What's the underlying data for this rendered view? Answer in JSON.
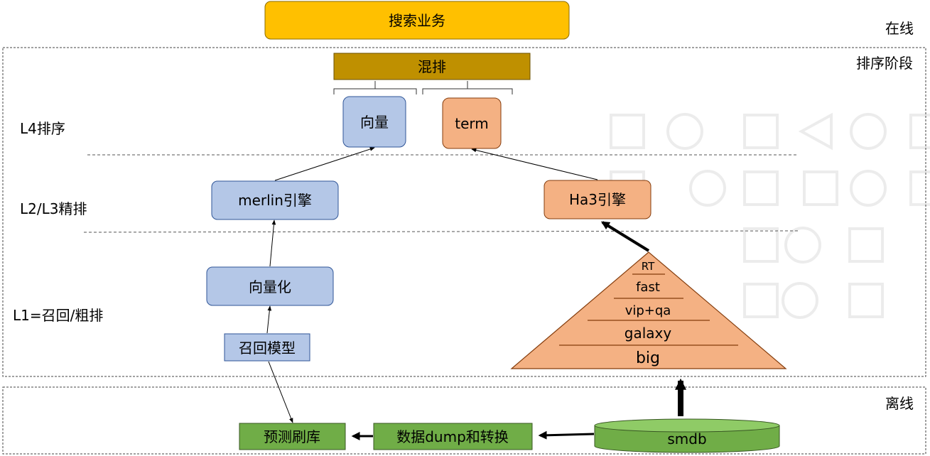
{
  "labels": {
    "online": "在线",
    "ranking_stage": "排序阶段",
    "offline": "离线",
    "l4": "L4排序",
    "l23": "L2/L3精排",
    "l1": "L1=召回/粗排"
  },
  "nodes": {
    "search_business": "搜索业务",
    "mixed_ranking": "混排",
    "vector": "向量",
    "term": "term",
    "merlin_engine": "merlin引擎",
    "ha3_engine": "Ha3引擎",
    "vectorization": "向量化",
    "recall_model": "召回模型",
    "predict_refresh": "预测刷库",
    "data_dump": "数据dump和转换",
    "smdb": "smdb"
  },
  "pyramid_layers": [
    "RT",
    "fast",
    "vip+qa",
    "galaxy",
    "big"
  ],
  "colors": {
    "gold": "#FFC000",
    "dark_gold": "#BF9000",
    "blue": "#B4C7E7",
    "blue_stroke": "#2F5597",
    "salmon": "#F4B183",
    "green": "#70AD47",
    "green_stroke": "#385723"
  }
}
